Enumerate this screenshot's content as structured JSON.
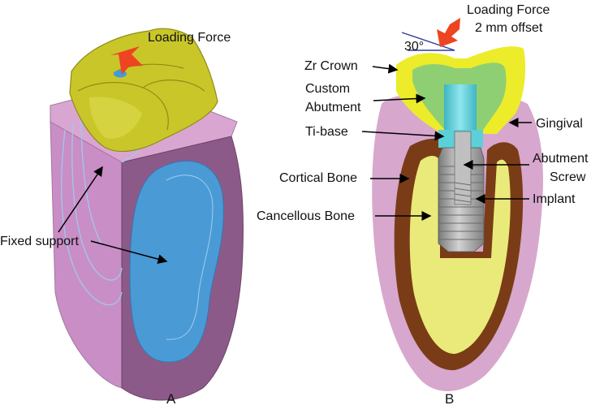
{
  "panel_a": {
    "letter": "A",
    "loading_force": "Loading Force",
    "fixed_support": "Fixed support"
  },
  "panel_b": {
    "letter": "B",
    "loading_force_line1": "Loading Force",
    "loading_force_line2": "2 mm offset",
    "angle": "30°",
    "labels": {
      "zr_crown": "Zr Crown",
      "custom_line1": "Custom",
      "custom_line2": "Abutment",
      "ti_base": "Ti-base",
      "cortical": "Cortical Bone",
      "cancellous": "Cancellous Bone",
      "gingival": "Gingival",
      "abutment_line1": "Abutment",
      "abutment_line2": "Screw",
      "implant": "Implant"
    }
  },
  "colors": {
    "gingiva": "#d7a7cd",
    "block_side": "#8c5a88",
    "crown_a": "#c9c62a",
    "support_face": "#4a9ad6",
    "zr_crown": "#ecec2a",
    "abutment": "#8fcf74",
    "ti_base": "#4fc6cf",
    "cortical_bone": "#7a3c16",
    "cancellous_bone": "#eaea7a",
    "implant": "#9a9a9a",
    "force_arrow": "#ee4422"
  }
}
